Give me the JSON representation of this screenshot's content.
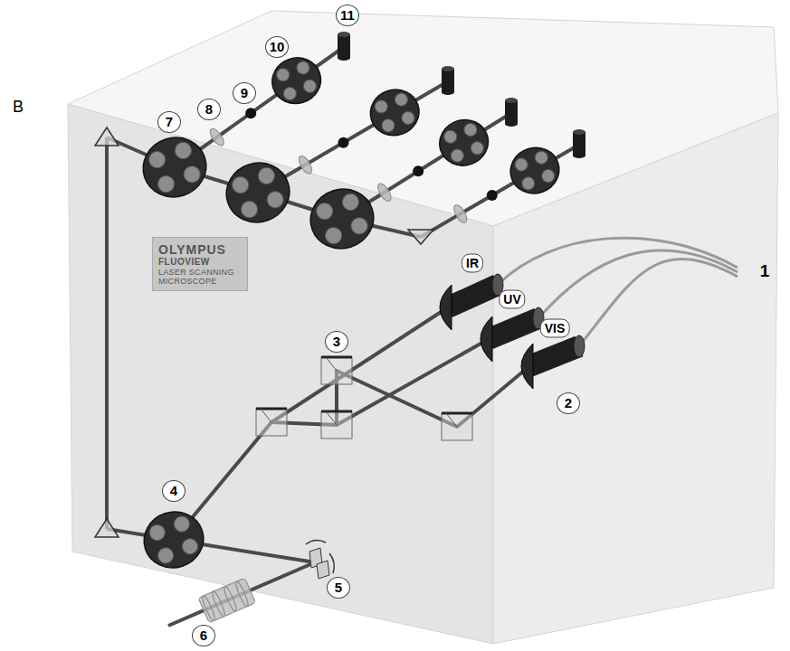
{
  "diagram": {
    "nodes": [
      {
        "text": [
          "OLYMPUS",
          "FLUOVIEW",
          "LASER SCANNING MICROSCOPE"
        ]
      }
    ],
    "labels": [
      "B",
      "11",
      "10",
      "9",
      "8",
      "7",
      "IR",
      "UV",
      "VIS",
      "3",
      "1",
      "2",
      "4",
      "5",
      "6"
    ]
  }
}
